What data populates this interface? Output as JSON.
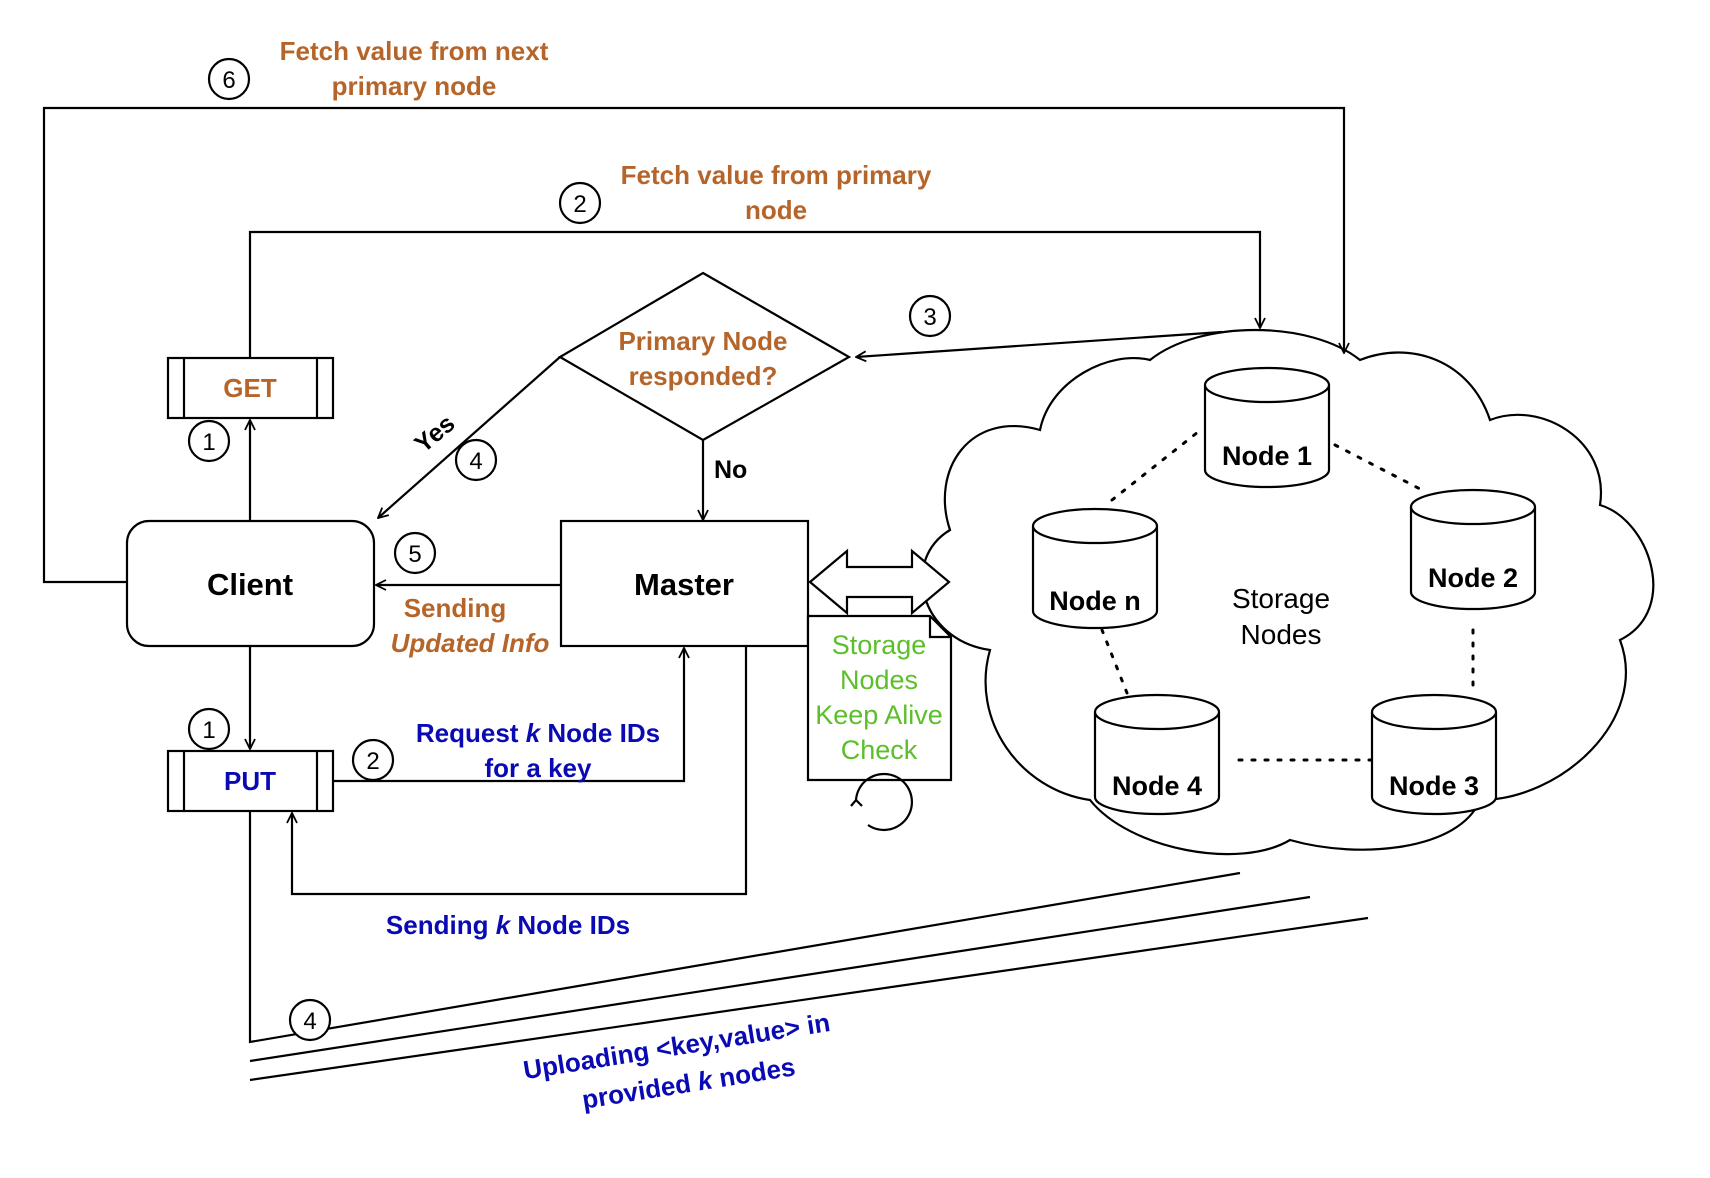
{
  "labels": {
    "fetch_next_line1": "Fetch value from next",
    "fetch_next_line2": "primary node",
    "fetch_primary_line1": "Fetch value from primary",
    "fetch_primary_line2": "node",
    "decision_line1": "Primary Node",
    "decision_line2": "responded?",
    "yes": "Yes",
    "no": "No",
    "get": "GET",
    "put": "PUT",
    "client": "Client",
    "master": "Master",
    "sending_updated_line1": "Sending",
    "sending_updated_line2": "Updated Info",
    "request_line1_pre": "Request ",
    "request_line1_k": "k",
    "request_line1_post": " Node IDs",
    "request_line2": "for a key",
    "sending_k_pre": "Sending ",
    "sending_k_k": "k",
    "sending_k_post": " Node IDs",
    "keepalive_line1": "Storage",
    "keepalive_line2": "Nodes",
    "keepalive_line3": "Keep Alive",
    "keepalive_line4": "Check",
    "storage_line1": "Storage",
    "storage_line2": "Nodes",
    "upload_line1": "Uploading <key,value> in",
    "upload_line2_pre": "provided ",
    "upload_line2_k": "k",
    "upload_line2_post": " nodes"
  },
  "nodes": [
    "Node 1",
    "Node 2",
    "Node 3",
    "Node 4",
    "Node n"
  ],
  "steps": {
    "s6": "6",
    "s2_top": "2",
    "s3": "3",
    "s1_get": "1",
    "s4_yes": "4",
    "s5": "5",
    "s1_put": "1",
    "s2_put": "2",
    "s4_upload": "4"
  },
  "colors": {
    "get_path": "#b5652a",
    "put_path": "#0a0ab4",
    "keepalive": "#5cbf2a"
  }
}
